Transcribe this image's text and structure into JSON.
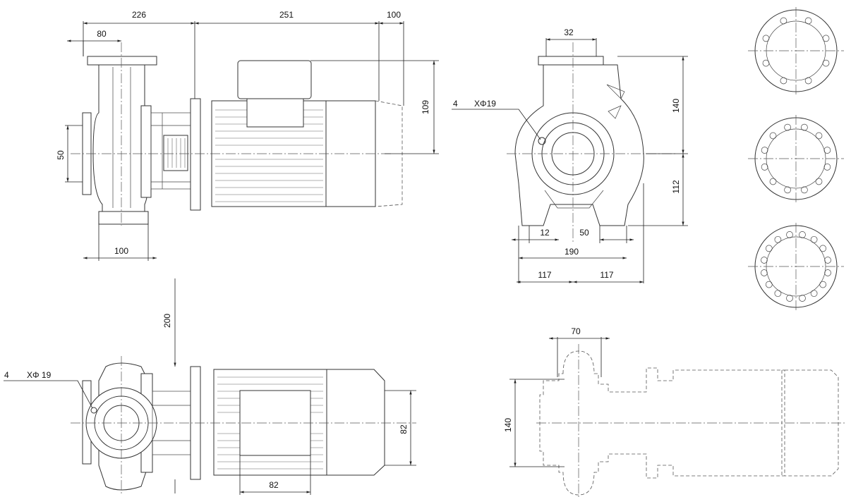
{
  "dimensions": {
    "side_view": {
      "d226": "226",
      "d251": "251",
      "d100_top": "100",
      "d80": "80",
      "d109": "109",
      "d50": "50",
      "d100_bottom": "100"
    },
    "end_view": {
      "d32": "32",
      "d140": "140",
      "d112": "112",
      "d12": "12",
      "d50": "50",
      "d190": "190",
      "d117_left": "117",
      "d117_right": "117",
      "holes_count": "4",
      "holes_dia": "XΦ19"
    },
    "top_view": {
      "d200": "200",
      "d82_right": "82",
      "d82_bottom": "82",
      "holes_count": "4",
      "holes_dia": "XΦ 19"
    },
    "outline_view": {
      "d70": "70",
      "d140": "140"
    }
  },
  "flanges": [
    {
      "bolt_holes": 8
    },
    {
      "bolt_holes": 12
    },
    {
      "bolt_holes": 16
    }
  ]
}
